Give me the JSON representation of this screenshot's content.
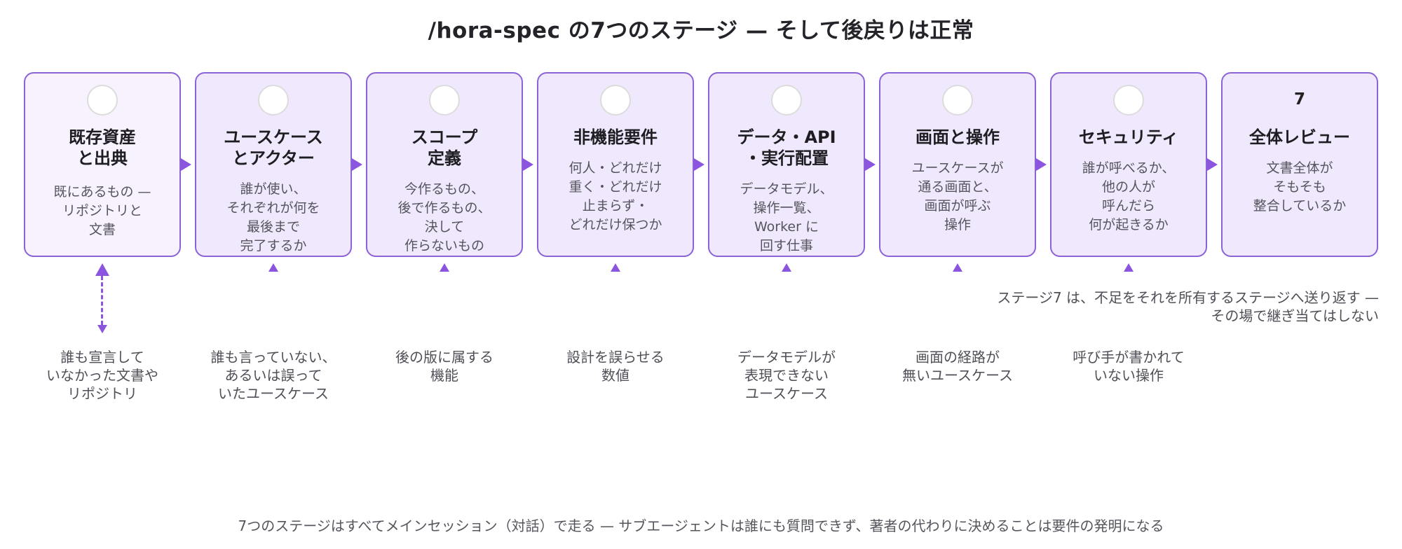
{
  "title": "/hora-spec の7つのステージ — そして後戻りは正常",
  "stages": [
    {
      "name": "既存資産\nと出典",
      "desc": "既にあるもの —\nリポジトリと\n文書",
      "below": "誰も宣言して\nいなかった文書や\nリポジトリ"
    },
    {
      "name": "ユースケース\nとアクター",
      "desc": "誰が使い、\nそれぞれが何を\n最後まで\n完了するか",
      "below": "誰も言っていない、\nあるいは誤って\nいたユースケース"
    },
    {
      "name": "スコープ\n定義",
      "desc": "今作るもの、\n後で作るもの、\n決して\n作らないもの",
      "below": "後の版に属する\n機能"
    },
    {
      "name": "非機能要件",
      "desc": "何人・どれだけ\n重く・どれだけ\n止まらず・\nどれだけ保つか",
      "below": "設計を誤らせる\n数値"
    },
    {
      "name": "データ・API\n・実行配置",
      "desc": "データモデル、\n操作一覧、\nWorker に\n回す仕事",
      "below": "データモデルが\n表現できない\nユースケース"
    },
    {
      "name": "画面と操作",
      "desc": "ユースケースが\n通る画面と、\n画面が呼ぶ\n操作",
      "below": "画面の経路が\n無いユースケース"
    },
    {
      "name": "セキュリティ",
      "desc": "誰が呼べるか、\n他の人が\n呼んだら\n何が起きるか",
      "below": "呼び手が書かれて\nいない操作"
    },
    {
      "number": "7",
      "name": "全体レビュー",
      "desc": "文書全体が\nそもそも\n整合しているか"
    }
  ],
  "stage7_note": "ステージ7 は、不足をそれを所有するステージへ送り返す —\nその場で継ぎ当てはしない",
  "footer": "7つのステージはすべてメインセッション（対話）で走る — サブエージェントは誰にも質問できず、著者の代わりに決めることは要件の発明になる",
  "colors": {
    "accent": "#8b55e0",
    "box_border": "#8b63d6",
    "box_fill": "#f0e8fd"
  }
}
